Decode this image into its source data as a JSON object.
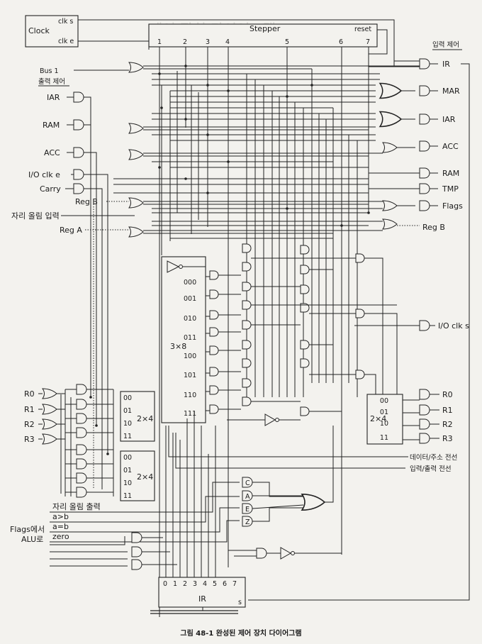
{
  "figure": {
    "caption": "그림 48-1 완성된 제어 장치 다이어그램",
    "background_title": "제어 장치 다이어그램"
  },
  "clock": {
    "label": "Clock",
    "out_s": "clk s",
    "out_e": "clk e"
  },
  "stepper": {
    "label": "Stepper",
    "reset": "reset",
    "steps": [
      "1",
      "2",
      "3",
      "4",
      "5",
      "6",
      "7"
    ]
  },
  "headings": {
    "output_control": "출력 제어",
    "input_control": "입력 제어",
    "flags_to_alu": "Flags에서\nALU로",
    "flags_to_alu_line1": "Flags에서",
    "flags_to_alu_line2": "ALU로"
  },
  "left_labels": {
    "bus1": "Bus 1",
    "iar": "IAR",
    "ram": "RAM",
    "acc": "ACC",
    "io_clk_e": "I/O clk e",
    "carry": "Carry",
    "reg_b": "Reg B",
    "carry_in": "자리 올림 입력",
    "reg_a": "Reg A"
  },
  "right_labels": {
    "ir": "IR",
    "mar": "MAR",
    "iar": "IAR",
    "acc": "ACC",
    "ram": "RAM",
    "tmp": "TMP",
    "flags": "Flags",
    "reg_b": "Reg B",
    "io_clk_s": "I/O clk s",
    "r0": "R0",
    "r1": "R1",
    "r2": "R2",
    "r3": "R3",
    "data_addr_bus": "데이터/주소 전선",
    "io_bus": "입력/출력 전선"
  },
  "registers_left": [
    "R0",
    "R1",
    "R2",
    "R3"
  ],
  "decoder_3x8": {
    "label": "3×8",
    "outputs": [
      "000",
      "001",
      "010",
      "011",
      "100",
      "101",
      "110",
      "111"
    ]
  },
  "decoder_2x4": {
    "label": "2×4",
    "outputs": [
      "00",
      "01",
      "10",
      "11"
    ]
  },
  "flag_gates": [
    "C",
    "A",
    "E",
    "Z"
  ],
  "flag_inputs": [
    "자리 올림 출력",
    "a>b",
    "a=b",
    "zero"
  ],
  "ir_box": {
    "label": "IR",
    "s": "s",
    "bits": [
      "0",
      "1",
      "2",
      "3",
      "4",
      "5",
      "6",
      "7"
    ]
  }
}
